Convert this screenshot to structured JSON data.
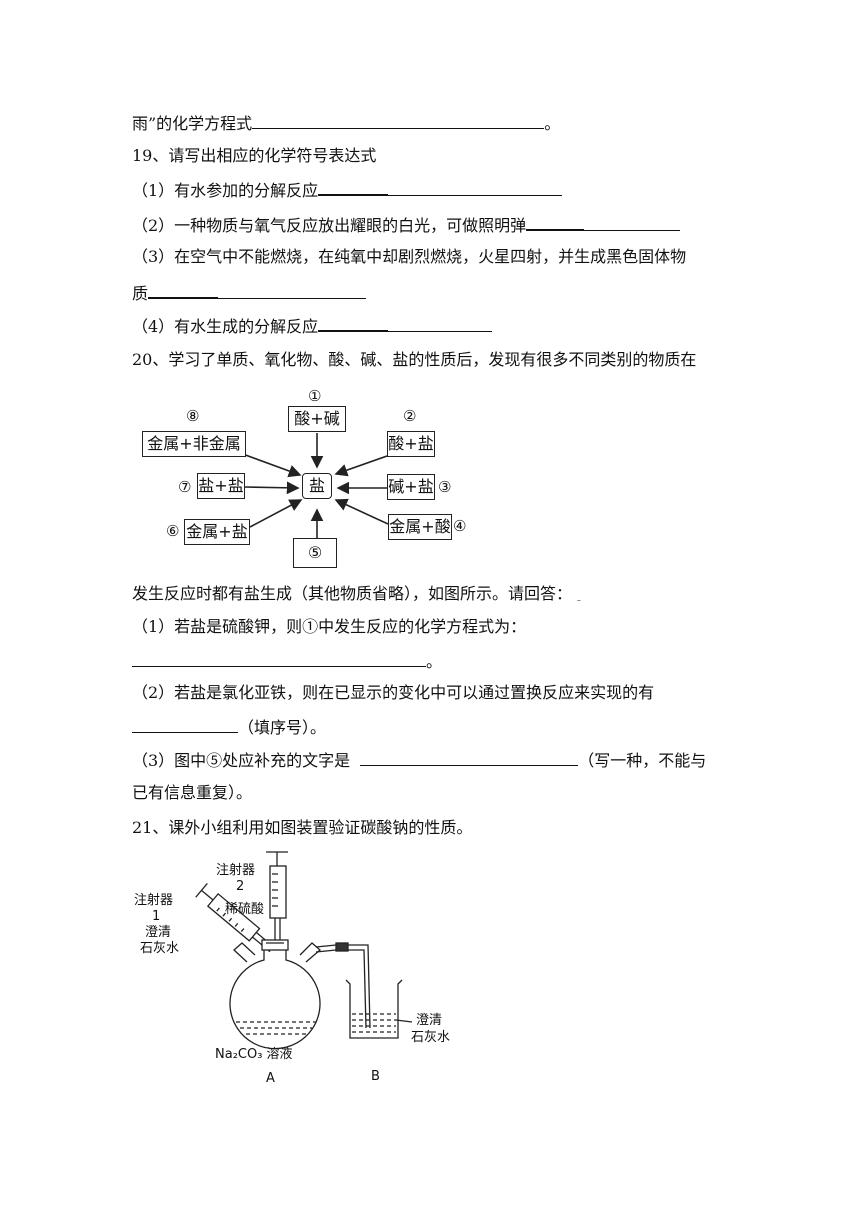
{
  "q18_tail": {
    "text": "雨”的化学方程式",
    "end": "。"
  },
  "q19": {
    "title": "19、请写出相应的化学符号表达式",
    "items": [
      "（1）有水参加的分解反应",
      "（2）一种物质与氧气反应放出耀眼的白光，可做照明弹",
      "（3）在空气中不能燃烧，在纯氧中却剧烈燃烧，火星四射，并生成黑色固体物",
      "质",
      "（4）有水生成的分解反应"
    ]
  },
  "q20": {
    "title": "20、学习了单质、氧化物、酸、碱、盐的性质后，发现有很多不同类别的物质在",
    "diagram": {
      "center": "盐",
      "boxes": [
        {
          "num": "①",
          "label": "酸+碱"
        },
        {
          "num": "②",
          "label": "酸+盐"
        },
        {
          "num": "③",
          "label": "碱+盐"
        },
        {
          "num": "④",
          "label": "金属+酸"
        },
        {
          "num": "⑤",
          "label": ""
        },
        {
          "num": "⑥",
          "label": "金属+盐"
        },
        {
          "num": "⑦",
          "label": "盐+盐"
        },
        {
          "num": "⑧",
          "label": "金属+非金属"
        }
      ]
    },
    "after": "发生反应时都有盐生成（其他物质省略），如图所示。请回答：",
    "sub1": "（1）若盐是硫酸钾，则①中发生反应的化学方程式为：",
    "sub1_end": "。",
    "sub2": "（2）若盐是氯化亚铁，则在已显示的变化中可以通过置换反应来实现的有",
    "sub2_end": "（填序号）。",
    "sub3": "（3）图中⑤处应补充的文字是",
    "sub3_end": "（写一种，不能与",
    "sub3_cont": "已有信息重复）。"
  },
  "q21": {
    "title": "21、课外小组利用如图装置验证碳酸钠的性质。",
    "apparatus": {
      "syringe2": "注射器",
      "syringe2_num": "2",
      "acid": "稀硫酸",
      "syringe1": "注射器",
      "syringe1_num": "1",
      "limewater1a": "澄清",
      "limewater1b": "石灰水",
      "solution": "Na₂CO₃ 溶液",
      "labelA": "A",
      "labelB": "B",
      "limewater2a": "澄清",
      "limewater2b": "石灰水"
    }
  }
}
